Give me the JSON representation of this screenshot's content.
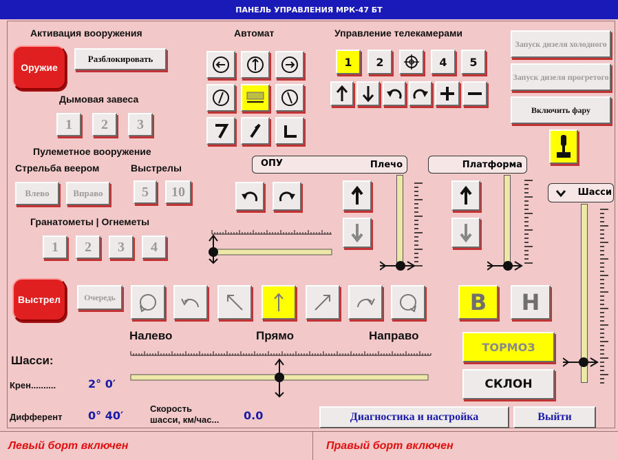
{
  "title": "ПАНЕЛЬ УПРАВЛЕНИЯ МРК-47 БТ",
  "weapons": {
    "heading": "Активация вооружения",
    "weapon_btn": "Оружие",
    "unlock_btn": "Разблокировать"
  },
  "smoke": {
    "heading": "Дымовая завеса",
    "buttons": [
      "1",
      "2",
      "3"
    ]
  },
  "machinegun": {
    "heading": "Пулеметное вооружение",
    "fan_label": "Стрельба веером",
    "shots_label": "Выстрелы",
    "left_btn": "Влево",
    "right_btn": "Вправо",
    "shot_counts": [
      "5",
      "10"
    ]
  },
  "grenades": {
    "heading": "Гранатометы | Огнеметы",
    "buttons": [
      "1",
      "2",
      "3",
      "4"
    ]
  },
  "fire": {
    "shot_btn": "Выстрел",
    "burst_btn": "Очередь"
  },
  "automat": {
    "heading": "Автомат"
  },
  "cameras": {
    "heading": "Управление телекамерами",
    "buttons": [
      "1",
      "2",
      "4",
      "5"
    ]
  },
  "diesel": {
    "cold": "Запуск дизеля холодного",
    "warm": "Запуск дизеля прогретого"
  },
  "headlight_btn": "Включить фару",
  "opu": {
    "left": "ОПУ",
    "right": "Плечо"
  },
  "platform": {
    "label": "Платформа"
  },
  "chassis_header": "Шасси",
  "direction": {
    "left": "Налево",
    "straight": "Прямо",
    "right": "Направо"
  },
  "gear": {
    "high": "В",
    "low": "Н"
  },
  "brake_btn": "ТОРМОЗ",
  "slope_btn": "СКЛОН",
  "chassis": {
    "heading": "Шасси:",
    "roll_label": "Крен..........",
    "roll_value": "2°  0′",
    "trim_label": "Дифферент",
    "trim_value": "0° 40′",
    "speed_label_1": "Скорость",
    "speed_label_2": "шасси, км/час...",
    "speed_value": "0.0"
  },
  "bottom": {
    "diagnostics_btn": "Диагностика и настройка",
    "exit_btn": "Выйти"
  },
  "status": {
    "left": "Левый борт включен",
    "right": "Правый борт включен"
  },
  "colors": {
    "title_bg": "#1a1ab8",
    "panel_bg": "#f2c8c8",
    "accent_yellow": "#ffff00",
    "status_red": "#e01010",
    "value_blue": "#1a1aa8"
  }
}
